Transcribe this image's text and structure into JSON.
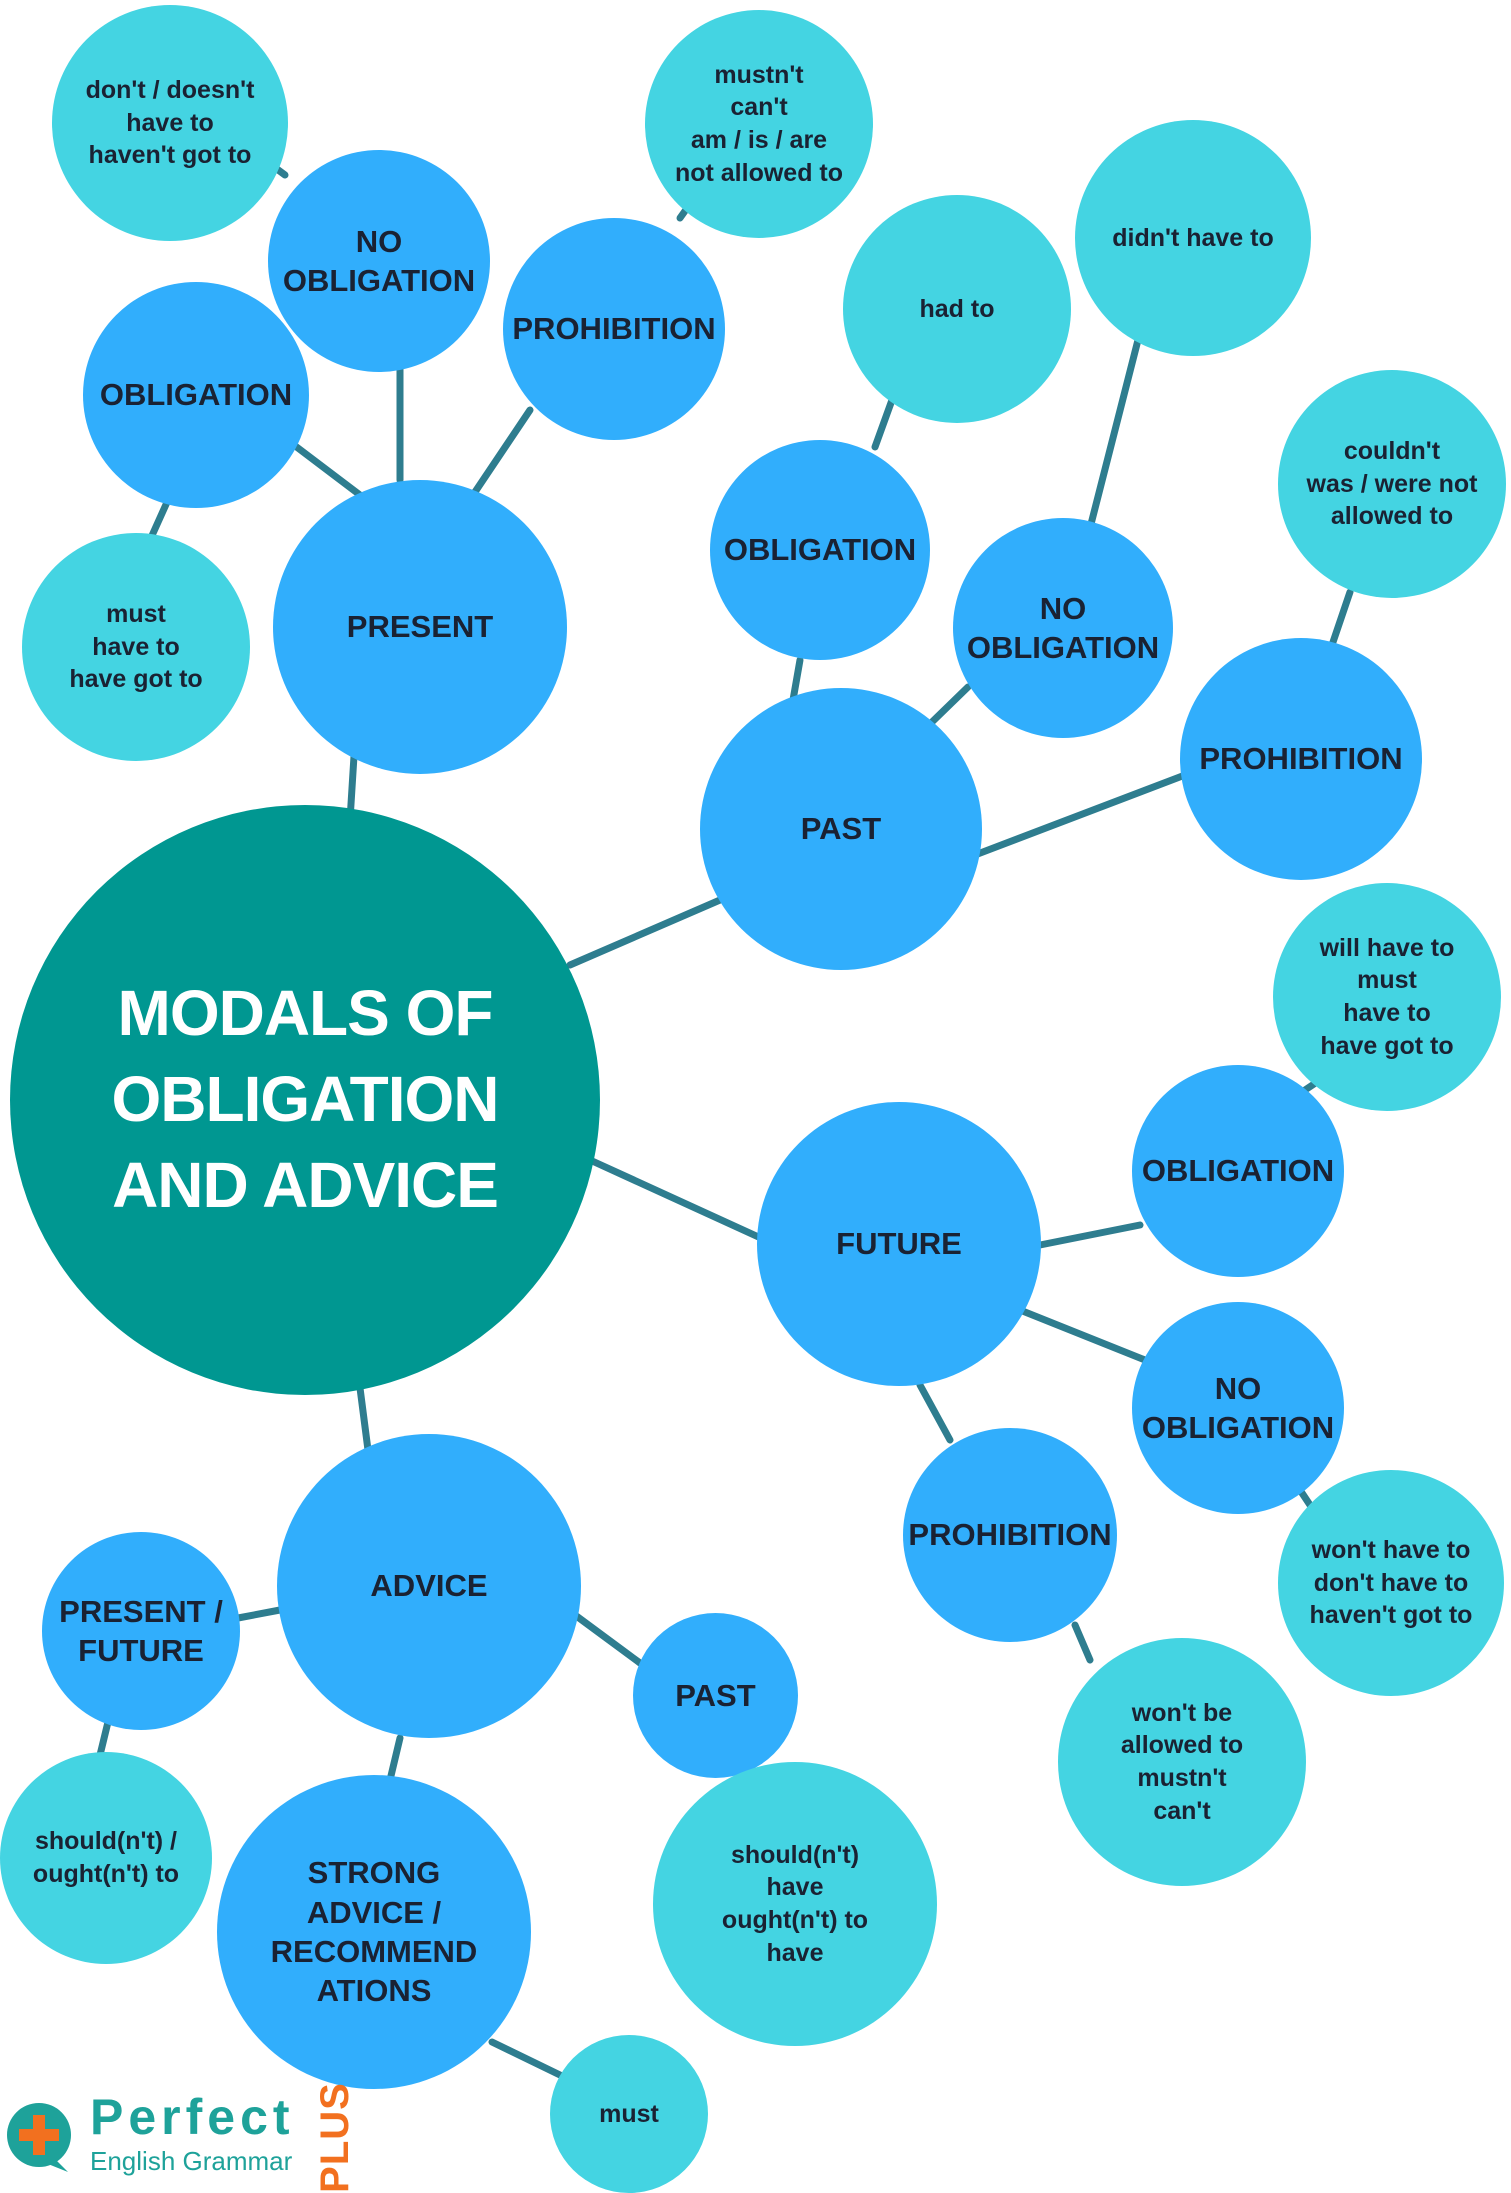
{
  "colors": {
    "center": "#009791",
    "hub": "#31aefc",
    "leaf": "#44d4e2",
    "line": "#2e7d8f",
    "brand_teal": "#1ea29a",
    "brand_orange": "#f2701f"
  },
  "mindmap": {
    "center": "MODALS OF\nOBLIGATION\nAND ADVICE",
    "present": {
      "label": "PRESENT",
      "obligation": {
        "label": "OBLIGATION",
        "forms": "must\nhave to\nhave got to"
      },
      "no_obligation": {
        "label": "NO\nOBLIGATION",
        "forms": "don't / doesn't\nhave to\nhaven't got to"
      },
      "prohibition": {
        "label": "PROHIBITION",
        "forms": "mustn't\ncan't\nam / is / are\nnot allowed to"
      }
    },
    "past": {
      "label": "PAST",
      "obligation": {
        "label": "OBLIGATION",
        "forms": "had to"
      },
      "no_obligation": {
        "label": "NO\nOBLIGATION",
        "forms": "didn't have to"
      },
      "prohibition": {
        "label": "PROHIBITION",
        "forms": "couldn't\nwas / were not\nallowed to"
      }
    },
    "future": {
      "label": "FUTURE",
      "obligation": {
        "label": "OBLIGATION",
        "forms": "will have to\nmust\nhave to\nhave got to"
      },
      "no_obligation": {
        "label": "NO\nOBLIGATION",
        "forms": "won't have to\ndon't have to\nhaven't got to"
      },
      "prohibition": {
        "label": "PROHIBITION",
        "forms": "won't be\nallowed to\nmustn't\ncan't"
      }
    },
    "advice": {
      "label": "ADVICE",
      "present_future": {
        "label": "PRESENT /\nFUTURE",
        "forms": "should(n't) /\nought(n't) to"
      },
      "past": {
        "label": "PAST",
        "forms": "should(n't)\nhave\nought(n't) to\nhave"
      },
      "strong": {
        "label": "STRONG\nADVICE /\nRECOMMEND\nATIONS",
        "forms": "must"
      }
    }
  },
  "logo": {
    "title": "Perfect",
    "subtitle": "English Grammar",
    "badge": "PLUS",
    "icon": "speech-bubble-plus-icon"
  }
}
